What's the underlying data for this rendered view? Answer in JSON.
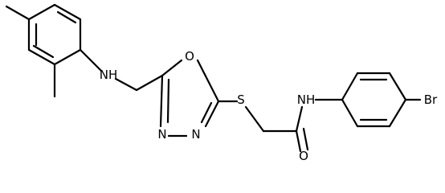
{
  "molecule": {
    "atoms": {
      "nh_left": "NH",
      "oxygen_ring": "O",
      "nitrogen_ring_1": "N",
      "nitrogen_ring_2": "N",
      "sulfur": "S",
      "nh_amide": "NH",
      "oxygen_carbonyl": "O",
      "bromine": "Br"
    }
  }
}
